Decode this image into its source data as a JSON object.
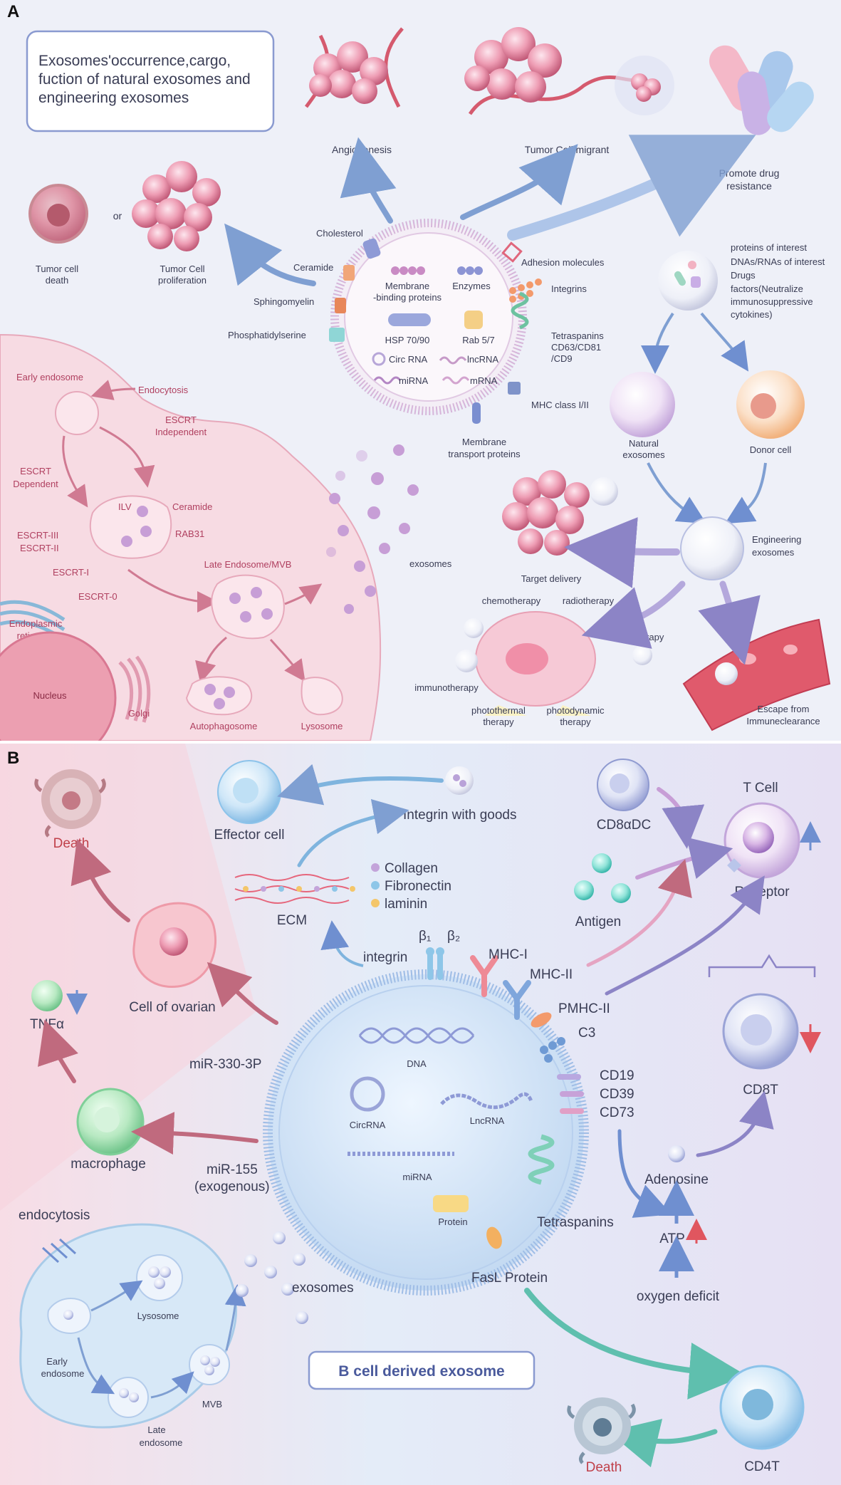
{
  "panelA": {
    "letter": "A",
    "title_line1": "Exosomes'occurrence,cargo,",
    "title_line2": "fuction of natural exosomes and",
    "title_line3": "engineering exosomes",
    "labels": {
      "angiogenesis": "Angiogenesis",
      "tumor_migrant": "Tumor Cell migrant",
      "drug_res_1": "Promote drug",
      "drug_res_2": "resistance",
      "death_1": "Tumor cell",
      "death_2": "death",
      "or": "or",
      "prolif_1": "Tumor Cell",
      "prolif_2": "proliferation",
      "cholesterol": "Cholesterol",
      "ceramide": "Ceramide",
      "sphingomyelin": "Sphingomyelin",
      "phosphatidylserine": "Phosphatidylserine",
      "membrane_bp_1": "Membrane",
      "membrane_bp_2": "-binding proteins",
      "enzymes": "Enzymes",
      "adhesion": "Adhesion molecules",
      "integrins": "Integrins",
      "hsp": "HSP 70/90",
      "rab": "Rab 5/7",
      "tetraspanins_1": "Tetraspanins",
      "tetraspanins_2": "CD63/CD81",
      "tetraspanins_3": "/CD9",
      "circ_rna": "Circ RNA",
      "lncrna": "lncRNA",
      "mirna": "miRNA",
      "mrna": "mRNA",
      "mhc": "MHC class I/II",
      "mtp_1": "Membrane",
      "mtp_2": "transport proteins",
      "cargo_1": "proteins of interest",
      "cargo_2": "DNAs/RNAs of interest",
      "cargo_3": "Drugs",
      "cargo_4": "factors(Neutralize",
      "cargo_5": "immunosuppressive",
      "cargo_6": "cytokines)",
      "natural_1": "Natural",
      "natural_2": "exosomes",
      "donor": "Donor cell",
      "eng_1": "Engineering",
      "eng_2": "exosomes",
      "target": "Target delivery",
      "exosomes": "exosomes",
      "chemo": "chemotherapy",
      "radio": "radiotherapy",
      "gene": "Gene therapy",
      "immuno": "immunotherapy",
      "photothermal_1": "photothermal",
      "photothermal_2": "therapy",
      "photodynamic_1": "photodynamic",
      "photodynamic_2": "therapy",
      "escape_1": "Escape from",
      "escape_2": "Immuneclearance",
      "early_endosome": "Early endosome",
      "endocytosis": "Endocytosis",
      "escrt_ind_1": "ESCRT",
      "escrt_ind_2": "Independent",
      "escrt_dep_1": "ESCRT",
      "escrt_dep_2": "Dependent",
      "ilv": "ILV",
      "ceramide2": "Ceramide",
      "rab31": "RAB31",
      "escrt3": "ESCRT-III",
      "escrt2": "ESCRT-II",
      "escrt1": "ESCRT-I",
      "escrt0": "ESCRT-0",
      "late_endosome": "Late Endosome/MVB",
      "er_1": "Endoplasmic",
      "er_2": "reticulum",
      "nucleus": "Nucleus",
      "golgi": "Golgi",
      "autophagosome": "Autophagosome",
      "lysosome": "Lysosome"
    }
  },
  "panelB": {
    "letter": "B",
    "title": "B cell derived exosome",
    "labels": {
      "death_top": "Death",
      "effector": "Effector cell",
      "integrin_goods": "Integrin with goods",
      "cd8adc": "CD8αDC",
      "tcell": "T Cell",
      "receptor": "Receptor",
      "collagen": "Collagen",
      "fibronectin": "Fibronectin",
      "laminin": "laminin",
      "ecm": "ECM",
      "antigen": "Antigen",
      "integrin": "integrin",
      "beta1": "β₁",
      "beta2": "β₂",
      "mhc1": "MHC-I",
      "mhc2": "MHC-II",
      "pmhc2": "PMHC-II",
      "c3": "C3",
      "cell_ovarian": "Cell of ovarian",
      "tnfa": "TNFα",
      "mir330": "miR-330-3P",
      "dna": "DNA",
      "circrna": "CircRNA",
      "lncrna": "LncRNA",
      "mirna": "miRNA",
      "protein": "Protein",
      "cd19": "CD19",
      "cd39": "CD39",
      "cd73": "CD73",
      "cd8t": "CD8T",
      "macrophage": "macrophage",
      "mir155_1": "miR-155",
      "mir155_2": "(exogenous)",
      "adenosine": "Adenosine",
      "tetraspanins": "Tetraspanins",
      "atp": "ATP",
      "endocytosis": "endocytosis",
      "exosomes": "exosomes",
      "fasl": "FasL Protein",
      "oxygen": "oxygen deficit",
      "lysosome": "Lysosome",
      "early_1": "Early",
      "early_2": "endosome",
      "mvb": "MVB",
      "late_1": "Late",
      "late_2": "endosome",
      "cd4t": "CD4T",
      "death_bottom": "Death"
    }
  },
  "colors": {
    "pink_text": "#b04060",
    "gray_text": "#3a3d55",
    "death_red": "#c0404a",
    "blue_arrow": "#7f9fd2",
    "pink_arrow": "#c06a7e",
    "purple_arrow": "#8c84c6",
    "teal_arrow": "#5fbfae"
  }
}
